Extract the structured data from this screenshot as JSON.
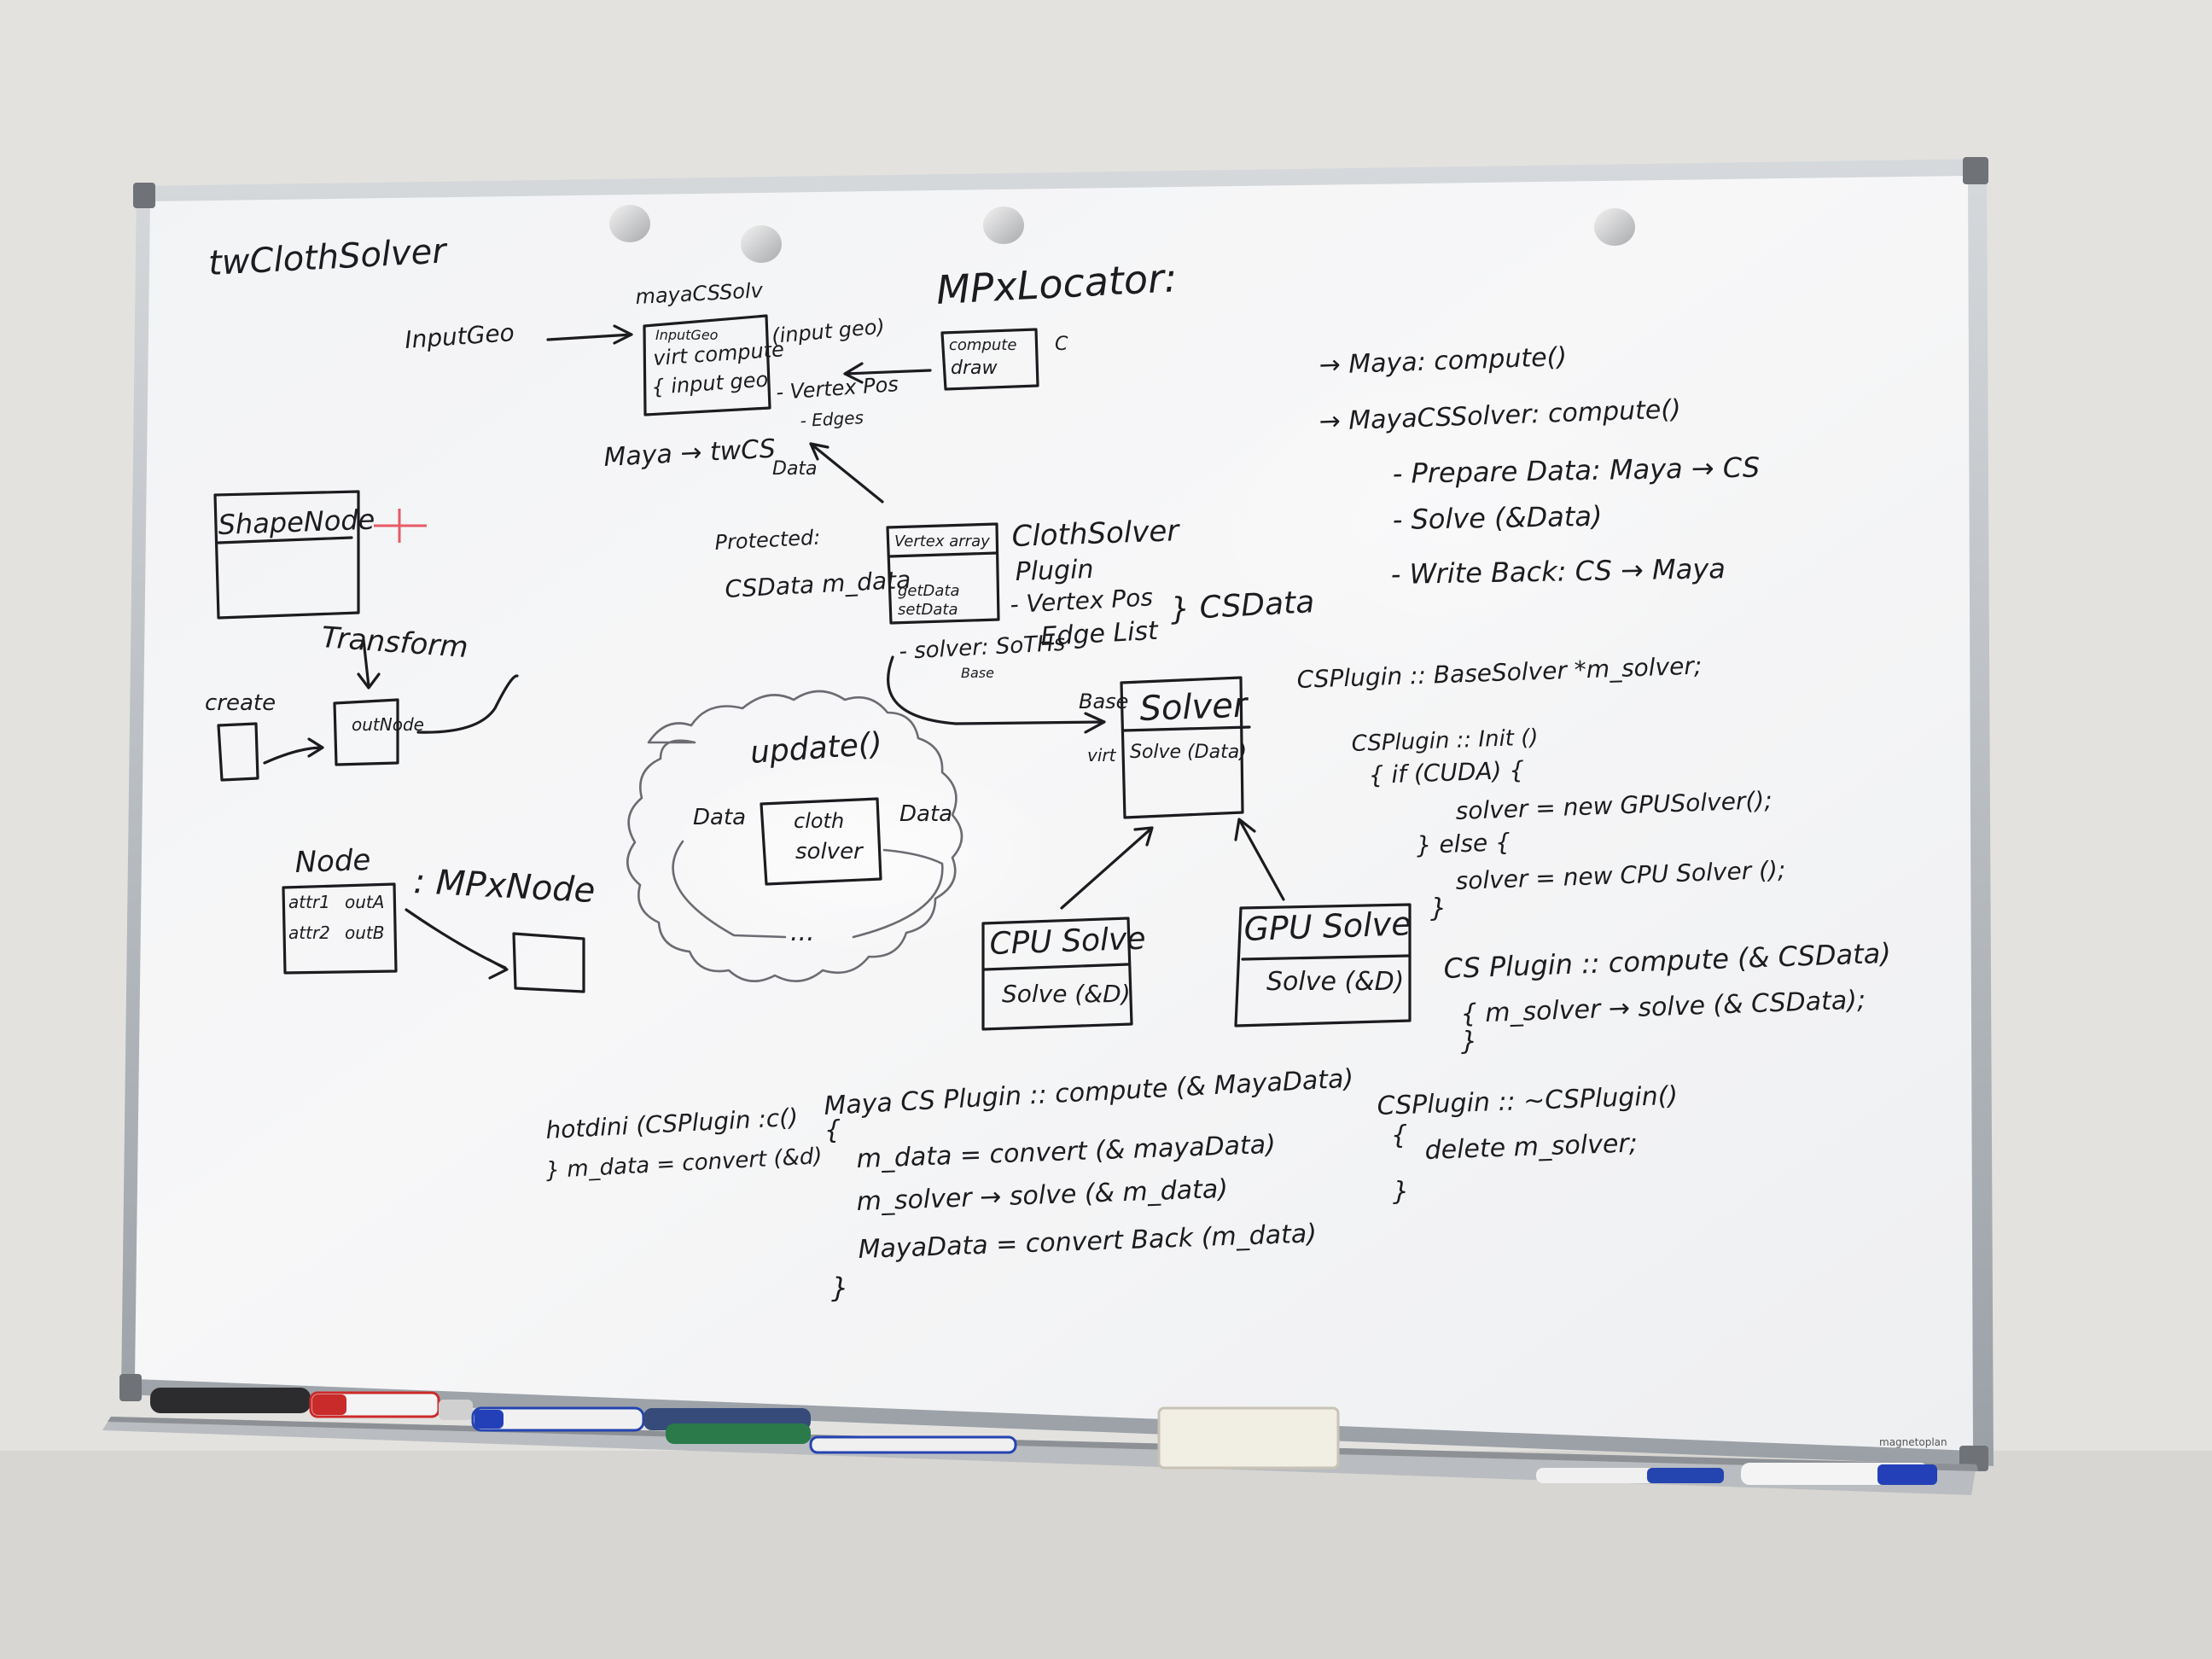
{
  "board": {
    "brand": "magnetoplan",
    "colors": {
      "wall": "#e2e1dd",
      "board_surface": "#f4f5f6",
      "frame": "#b8bcc0",
      "ink": "#1c1c20",
      "red_mark": "#e85a66"
    }
  },
  "notes": {
    "title": "twClothSolver",
    "maya_node": {
      "header": "mayaCSSolv",
      "input_label": "InputGeo",
      "input_line1": "InputGeo",
      "input_line2": "virt compute",
      "input_line3": "{ input geo",
      "side_input": "(input geo)",
      "vertex_pos": "- Vertex Pos",
      "edges": "- Edges"
    },
    "input_geo_label": "InputGeo",
    "locator_title": "MPxLocator:",
    "locator_box_1": "compute",
    "locator_box_2": "draw",
    "locator_c": "C",
    "maya_to_tw": "Maya → twCS",
    "maya_to_tw_data": "Data",
    "shape_node": "ShapeNode",
    "transform": "Transform",
    "create": "create",
    "outnode": "outNode",
    "node_label": "Node",
    "node_in1": "attr1",
    "node_out1": "outA",
    "node_in2": "attr2",
    "node_out2": "outB",
    "mpx_node": ": MPxNode",
    "protected": "Protected:",
    "csdata_member": "CSData m_data",
    "plugin_box_1": "Vertex array",
    "plugin_box_2": "getData",
    "plugin_box_3": "setData",
    "cloth_solver": "ClothSolver",
    "plugin": "Plugin",
    "vertex_pos_2": "- Vertex Pos",
    "edge_list": "Edge List",
    "csdata": "} CSData",
    "solver_line": "- solver: SoTHs",
    "solver_base": "Base",
    "update": "update()",
    "data_left": "Data",
    "data_right": "Data",
    "cloth_box_1": "cloth",
    "cloth_box_2": "solver",
    "dots": "...",
    "base_label": "Base",
    "solver_title": "Solver",
    "virt": "virt",
    "solve_data": "Solve (Data)",
    "cpu_title": "CPU Solve",
    "cpu_method": "Solve (&D)",
    "gpu_title": "GPU Solve",
    "gpu_method": "Solve (&D)",
    "maya_compute": "→ Maya: compute()",
    "mayacs_compute": "→ MayaCSSolver: compute()",
    "prepare_data": "- Prepare Data: Maya → CS",
    "solve_step": "- Solve (&Data)",
    "write_back": "- Write Back: CS → Maya",
    "base_solver_decl": "CSPlugin :: BaseSolver *m_solver;",
    "init_sig": "CSPlugin :: Init ()",
    "init_if": "{ if (CUDA) {",
    "init_gpu": "solver = new GPUSolver();",
    "init_else": "} else {",
    "init_cpu": "solver = new CPU Solver ();",
    "init_close": "}",
    "compute_sig": "CS Plugin :: compute (& CSData)",
    "compute_body": "{ m_solver → solve (& CSData);",
    "compute_close": "}",
    "dtor_sig": "CSPlugin :: ~CSPlugin()",
    "dtor_open": "{",
    "dtor_body": "delete m_solver;",
    "dtor_close": "}",
    "hot_sig": "hotdini (CSPlugin :c()",
    "hot_body": "} m_data = convert (&d)",
    "maya_plugin_sig": "Maya CS Plugin :: compute (& MayaData)",
    "maya_open": "{",
    "maya_l1": "m_data = convert (& mayaData)",
    "maya_l2": "m_solver → solve (& m_data)",
    "maya_l3": "MayaData = convert Back (m_data)",
    "maya_close": "}"
  }
}
